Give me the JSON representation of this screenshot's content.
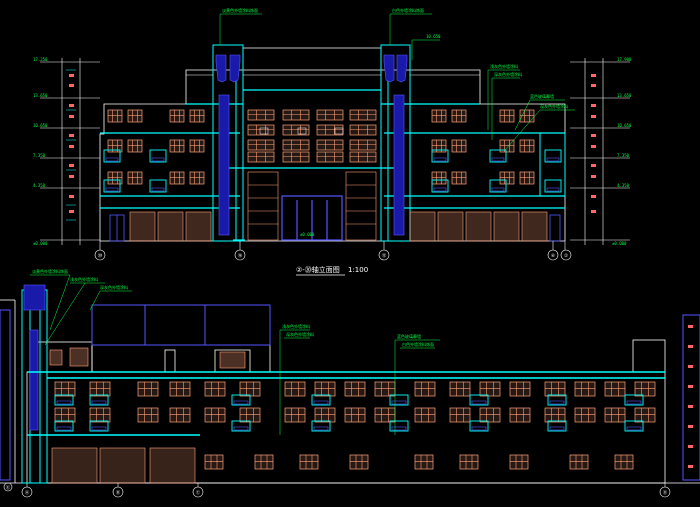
{
  "colors": {
    "background": "#000000",
    "outline": "#ffffff",
    "structure": "#00ffff",
    "window_frame": "#ffa07a",
    "glazing": "#5555ff",
    "wall": "#ff66aa",
    "annotation": "#00ff44"
  },
  "top_elevation": {
    "title": "②-⑳轴立面图",
    "scale": "1:100",
    "axis_labels": [
      "⑳",
      "⑯",
      "⑫",
      "⑥",
      "②"
    ],
    "level_marks_left": [
      "17.250",
      "13.650",
      "10.650",
      "7.350",
      "4.350",
      "±0.000"
    ],
    "level_marks_right": [
      "17.900",
      "13.650",
      "10.650",
      "7.350",
      "4.350",
      "±0.000"
    ],
    "annotations": [
      "淡黄色外墙涂料饰面",
      "浅灰色外墙涂料",
      "深灰色外墙涂料",
      "白色外墙涂料饰面",
      "蓝色玻璃幕墙",
      "10.650",
      "±0.000"
    ]
  },
  "bottom_elevation": {
    "axis_labels": [
      "Ⓐ",
      "Ⓑ",
      "Ⓒ",
      "Ⓓ",
      "Ⓔ"
    ],
    "annotations": [
      "淡黄色外墙涂料饰面",
      "浅灰色外墙涂料",
      "深灰色外墙涂料",
      "白色外墙涂料饰面",
      "蓝色玻璃幕墙",
      "浅灰色外墙涂料"
    ]
  }
}
